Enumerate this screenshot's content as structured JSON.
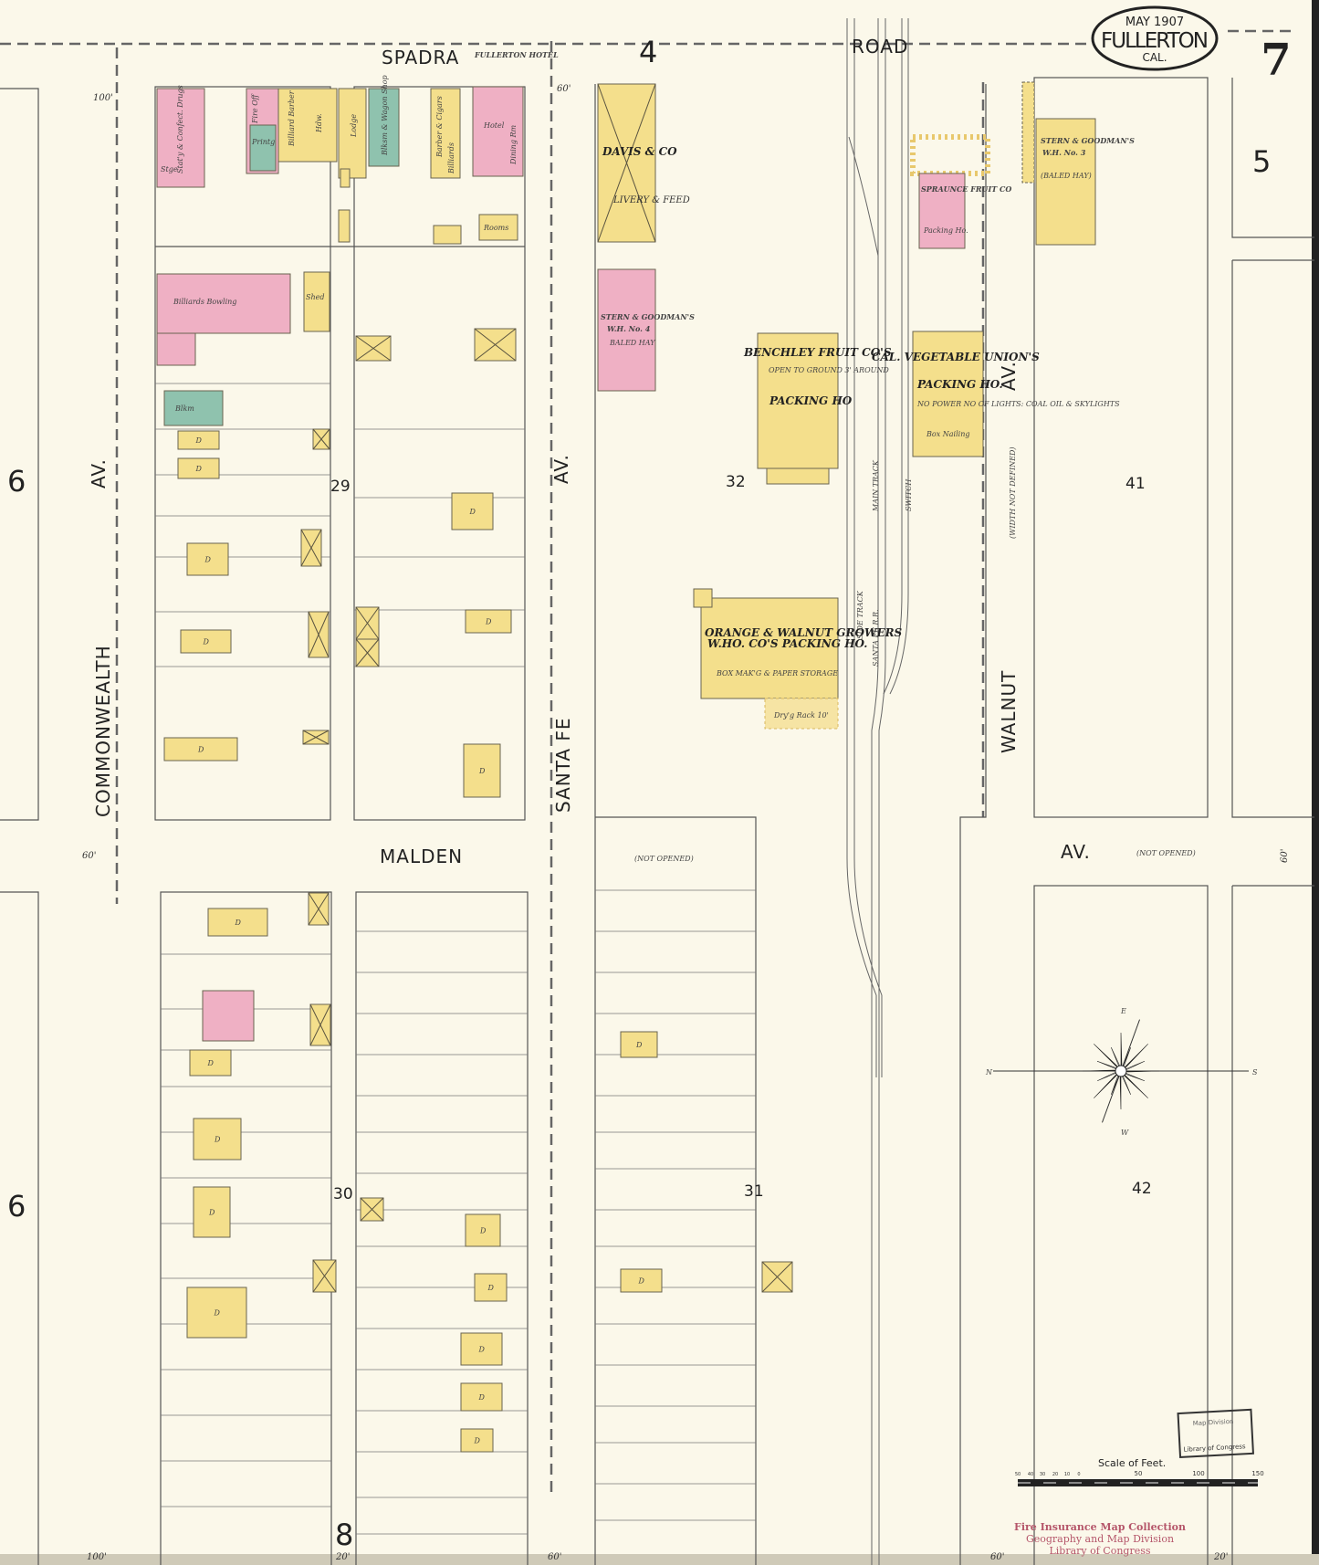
{
  "title": {
    "date": "MAY 1907",
    "city": "FULLERTON",
    "state": "CAL.",
    "sheet": "7"
  },
  "adjoining_sheets": {
    "top": "4",
    "right": "5",
    "left_upper": "6",
    "left_lower": "6",
    "bottom": "8"
  },
  "streets": {
    "spadra": "SPADRA",
    "road": "ROAD",
    "commonwealth": "COMMONWEALTH",
    "commonwealth_av": "AV.",
    "malden": "MALDEN",
    "malden_not_opened": "(NOT OPENED)",
    "santa_fe": "SANTA FE",
    "santa_fe_av": "AV.",
    "walnut": "WALNUT",
    "walnut_av": "AV.",
    "walnut_width": "(WIDTH NOT DEFINED)",
    "lower_av": "AV.",
    "lower_not_opened": "(NOT OPENED)"
  },
  "blocks": [
    "29",
    "30",
    "31",
    "32",
    "41",
    "42"
  ],
  "railroad": {
    "side_track": "SIDE TRACK",
    "main_track": "MAIN TRACK",
    "santa_fe_rr": "SANTA FE R.R.",
    "switch": "SWITCH"
  },
  "buildings": {
    "fullerton_hotel": "FULLERTON HOTEL",
    "drugs": "Stat'y & Confect. Drugs",
    "stge": "Stge",
    "fire_off": "Fire Off",
    "printg": "Printg",
    "billiard_barber": "Billiard Barber",
    "hdw": "Hdw.",
    "lodge": "Lodge",
    "blksm": "Blksm & Wagon Shop",
    "barber_cigars": "Barber & Cigars",
    "billiards": "Billiards",
    "hotel": "Hotel",
    "dining": "Dining Rm",
    "rooms": "Rooms",
    "bowling": "Billiards Bowling",
    "shed": "Shed",
    "blkm2": "Blkm",
    "davis": "DAVIS & CO",
    "livery": "LIVERY & FEED",
    "stern4_a": "STERN & GOODMAN'S",
    "stern4_b": "W.H. No. 4",
    "stern4_c": "BALED HAY",
    "spraunce": "SPRAUNCE FRUIT CO",
    "spraunce_ph": "Packing Ho.",
    "benchley": "BENCHLEY FRUIT CO'S",
    "benchley_ph": "PACKING HO",
    "benchley_note": "OPEN TO GROUND 3' AROUND",
    "calveg": "CAL. VEGETABLE UNION'S",
    "calveg_ph": "PACKING HO.",
    "calveg_note": "NO POWER NO CF LIGHTS: COAL OIL & SKYLIGHTS",
    "box_nailing": "Box Nailing",
    "orange_a": "ORANGE & WALNUT GROWERS",
    "orange_b": "W.HO. CO'S PACKING HO.",
    "orange_note": "BOX MAK'G & PAPER STORAGE",
    "dry_rack": "Dry'g Rack 10'",
    "stern3_a": "STERN & GOODMAN'S",
    "stern3_b": "W.H. No. 3",
    "stern3_c": "(BALED HAY)",
    "dwelling": "D"
  },
  "scale": {
    "title": "Scale of Feet.",
    "ticks": [
      "50",
      "40",
      "30",
      "20",
      "10",
      "0",
      "50",
      "100",
      "150"
    ]
  },
  "stamps": {
    "map_division": "Map Division",
    "loc": "Library of Congress",
    "collection": "Fire Insurance Map Collection",
    "geo": "Geography and Map Division",
    "loc2": "Library of Congress"
  },
  "widths": {
    "w100_top": "100'",
    "w60_top": "60'",
    "w60_malden": "60'",
    "w60_right": "60'",
    "w100_bottom": "100'",
    "w20_bottom": "20'",
    "w60_bottom": "60'",
    "w20_right_bottom": "20'"
  },
  "compass": {
    "n": "N",
    "s": "S",
    "e": "E",
    "w": "W"
  },
  "colors": {
    "paper": "#fbf8ea",
    "frame": "#f4df8c",
    "brick": "#efb0c4",
    "stone_iron": "#8fc2ae"
  }
}
